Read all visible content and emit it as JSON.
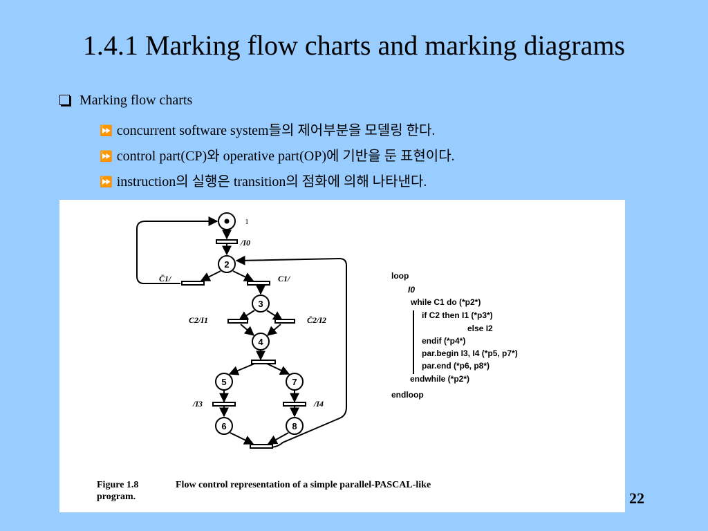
{
  "slide": {
    "title": "1.4.1 Marking flow charts and marking diagrams",
    "page_number": "22"
  },
  "bullets": {
    "main": "Marking flow charts",
    "sub": [
      "concurrent software system들의 제어부분을 모델링 한다.",
      "control part(CP)와 operative part(OP)에 기반을 둔 표현이다.",
      "instruction의 실행은 transition의 점화에 의해 나타낸다."
    ]
  },
  "figure": {
    "diagram": {
      "places": [
        "1",
        "2",
        "3",
        "4",
        "5",
        "6",
        "7",
        "8"
      ],
      "token_place": "1",
      "transition_labels": {
        "t0": "/I0",
        "t_not_c1": "C̄1/",
        "t_c1": "C1/",
        "t_c2": "C2/I1",
        "t_not_c2": "C̄2/I2",
        "t_i3": "/I3",
        "t_i4": "/I4"
      }
    },
    "code": [
      "loop",
      "I0",
      "while  C1  do (*p2*)",
      "if C2  then  I1 (*p3*)",
      "else  I2",
      "endif (*p4*)",
      "par.begin   I3, I4 (*p5, p7*)",
      "par.end  (*p6, p8*)",
      "endwhile  (*p2*)",
      "endloop"
    ],
    "caption_label": "Figure 1.8",
    "caption_text": "Flow control representation of a simple parallel-PASCAL-like",
    "caption_text_line2": "program."
  }
}
